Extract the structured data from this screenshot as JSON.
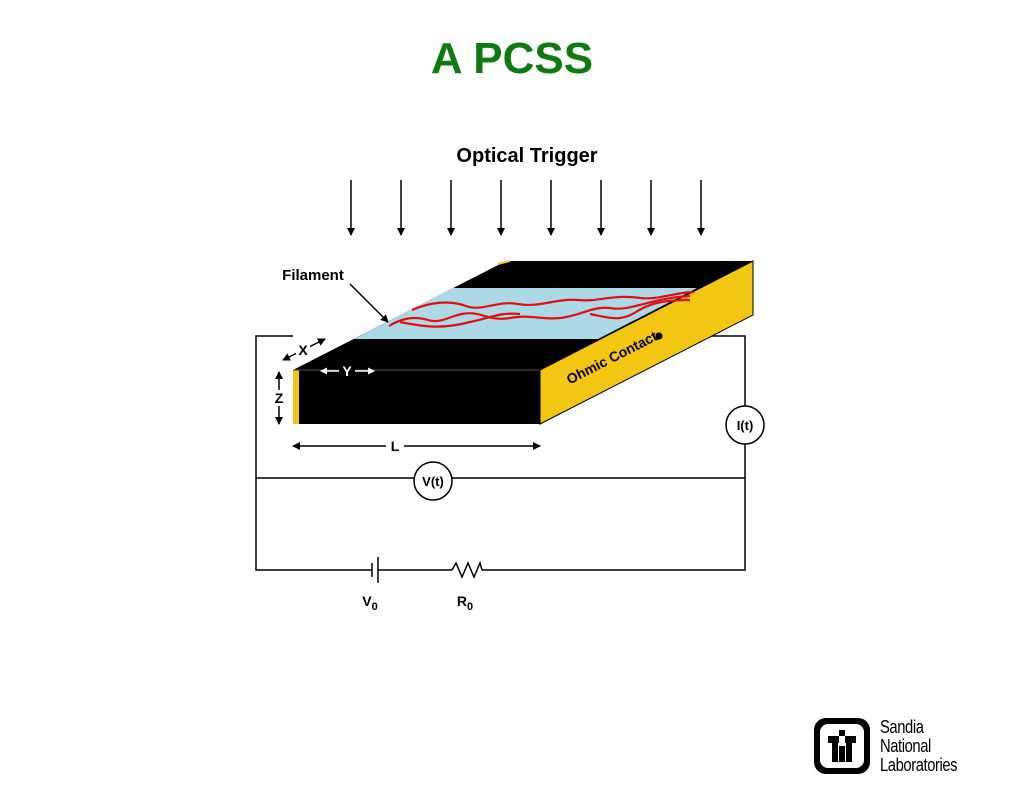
{
  "title": "A PCSS",
  "diagram": {
    "optical_trigger": "Optical Trigger",
    "filament": "Filament",
    "ohmic_contact": "Ohmic Contact",
    "dim_x": "X",
    "dim_y": "Y",
    "dim_z": "Z",
    "dim_l": "L",
    "current_meter": "I(t)",
    "voltage_meter": "V(t)",
    "source_voltage": "V",
    "source_voltage_sub": "0",
    "resistor": "R",
    "resistor_sub": "0"
  },
  "logo": {
    "line1": "Sandia",
    "line2": "National",
    "line3": "Laboratories"
  },
  "colors": {
    "title": "#0f7a0f",
    "contact": "#f3c614",
    "channel": "#add8e6",
    "filament": "#e01010",
    "body": "#000000"
  }
}
